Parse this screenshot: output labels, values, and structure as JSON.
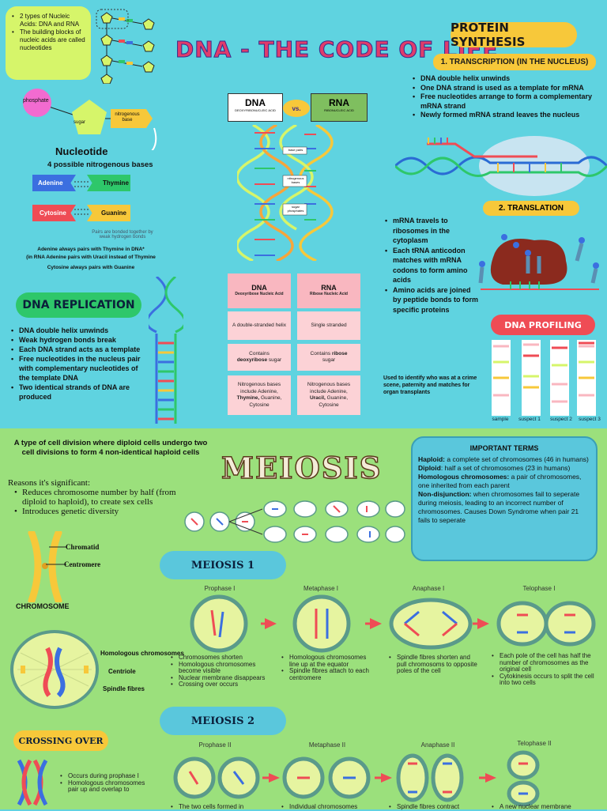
{
  "title": "DNA - THE CODE OF LIFE",
  "intro": [
    "2 types of Nucleic Acids: DNA and RNA",
    "The building blocks of nucleic acids are called nucleotides"
  ],
  "nucleotide": {
    "phosphate": "phosphate",
    "sugar": "sugar",
    "base": "nitrogenous base",
    "title": "Nucleotide",
    "subtitle": "4 possible nitrogenous bases",
    "adenine": "Adenine",
    "thymine": "Thymine",
    "cytosine": "Cytosine",
    "guanine": "Guanine",
    "pair_note": "Pairs are bonded together by weak hydrogen bonds",
    "rule1": "Adenine always pairs with Thymine in DNA*",
    "rule2": "(in RNA Adenine pairs with Uracil instead of Thymine",
    "rule3": "Cytosine always pairs with Guanine"
  },
  "dna_vs_rna": {
    "dna": "DNA",
    "dna_sub": "DEOXYRIBONUCLEIC ACID",
    "vs": "vs.",
    "rna": "RNA",
    "rna_sub": "RIBONUCLEIC ACID",
    "labels": [
      "base pairs",
      "nitrogenous bases",
      "sugar phosphates"
    ]
  },
  "compare": {
    "dna_head": "DNA",
    "dna_title": "Deoxyribose Nucleic Acid",
    "rna_head": "RNA",
    "rna_title": "Ribose Nucleic Acid",
    "dna_row1": "A double-stranded helix",
    "rna_row1": "Single stranded",
    "dna_row2a": "Contains",
    "dna_row2b": "deoxyribose",
    "dna_row2c": "sugar",
    "rna_row2a": "Contains",
    "rna_row2b": "ribose",
    "rna_row2c": "sugar",
    "dna_row3a": "Nitrogenous bases include Adenine,",
    "dna_row3b": "Thymine,",
    "dna_row3c": "Guanine, Cytosine",
    "rna_row3a": "Nitrogenous bases include Adenine,",
    "rna_row3b": "Uracil,",
    "rna_row3c": "Guanine, Cytosine"
  },
  "replication": {
    "title": "DNA REPLICATION",
    "items": [
      "DNA double helix unwinds",
      "Weak hydrogen bonds break",
      "Each DNA strand acts as a template",
      "Free nucleotides in the nucleus pair with complementary nucleotides of the template DNA",
      "Two identical strands of DNA are produced"
    ]
  },
  "protein": {
    "title": "PROTEIN SYNTHESIS",
    "transcription": "1. TRANSCRIPTION (IN THE NUCLEUS)",
    "t_items": [
      "DNA double helix unwinds",
      "One DNA strand is used as a template for mRNA",
      "Free nucleotides arrange to form a complementary mRNA strand",
      "Newly formed mRNA strand leaves the nucleus"
    ],
    "translation": "2. TRANSLATION",
    "tr_items": [
      "mRNA travels to ribosomes in the cytoplasm",
      "Each tRNA anticodon matches with mRNA codons to form amino acids",
      "Amino acids are joined by peptide bonds to form specific proteins"
    ]
  },
  "profiling": {
    "title": "DNA PROFILING",
    "note": "Used to identify who was at a crime scene, paternity and matches for organ transplants",
    "lanes": [
      "sample",
      "suspect 1",
      "suspect 2",
      "suspect 3"
    ]
  },
  "meiosis": {
    "intro": "A type of cell division where diploid cells undergo two cell divisions to form 4 non-identical haploid cells",
    "title": "MEIOSIS",
    "reasons_head": "Reasons it's significant:",
    "reasons": [
      "Reduces chromosome number by half (from diploid to haploid), to create sex cells",
      "Introduces genetic diversity"
    ],
    "chromatid": "Chromatid",
    "centromere": "Centromere",
    "chromosome": "CHROMOSOME",
    "homologous": "Homologous chromosomes",
    "centriole": "Centriole",
    "spindle": "Spindle fibres",
    "terms_title": "IMPORTANT TERMS",
    "terms": [
      {
        "term": "Haploid:",
        "def": " a complete set of chromosomes (46 in humans)"
      },
      {
        "term": "Diploid",
        "def": ": half a set of chromosomes (23 in humans)"
      },
      {
        "term": "Homologous chromosomes:",
        "def": " a pair of chromosomes, one inherited from each parent"
      },
      {
        "term": "Non-disjunction:",
        "def": " when chromosomes fail to seperate during meiosis, leading to an incorrect number of chromosomes. Causes Down Syndrome when pair 21 fails to seperate"
      }
    ],
    "m1": "MEIOSIS 1",
    "m1_phases": [
      "Prophase I",
      "Metaphase I",
      "Anaphase I",
      "Telophase I"
    ],
    "m1_desc": [
      [
        "Chromosomes shorten",
        "Homologous chromosomes become visible",
        "Nuclear membrane disappears",
        "Crossing over occurs"
      ],
      [
        "Homologous chromosomes line up at the equator",
        "Spindle fibres attach to each centromere"
      ],
      [
        "Spindle fibres shorten and pull chromosoms to opposite  poles of the cell"
      ],
      [
        "Each pole of the cell has half the number of chromosomes as the original cell",
        " Cytokinesis occurs to split the cell into two cells"
      ]
    ],
    "m2": "MEIOSIS 2",
    "m2_phases": [
      "Prophase II",
      "Metaphase II",
      "Anaphase II",
      "Telophase II"
    ],
    "m2_desc": [
      "The two cells formed in",
      "Individual chromosomes",
      "Spindle fibres contract",
      "A new nuclear membrane"
    ],
    "crossing": "CROSSING OVER",
    "cross_items": [
      "Occurs during prophase I",
      "Homologous chromosomes pair up and overlap to"
    ]
  },
  "colors": {
    "top_bg": "#5fd3e0",
    "bottom_bg": "#9be07c",
    "yellow": "#f7c83a",
    "green": "#2ec76a",
    "red": "#ef4c55",
    "pink": "#f9b7c0"
  }
}
